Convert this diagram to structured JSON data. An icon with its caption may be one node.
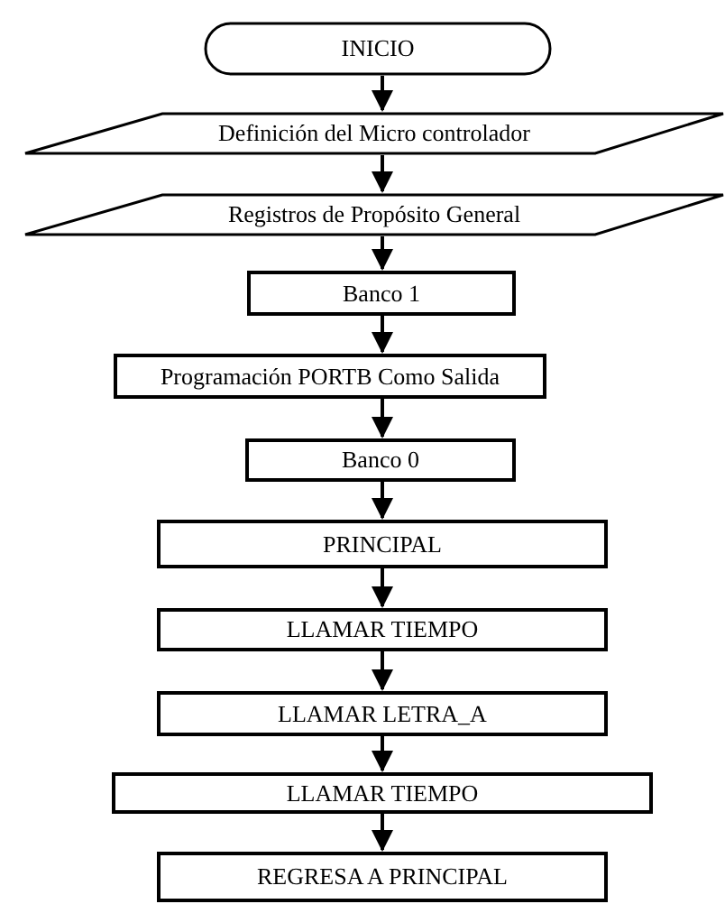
{
  "diagram": {
    "nodes": [
      {
        "text": [
          "INICIO"
        ]
      },
      {
        "text": [
          "Definición del Micro controlador"
        ]
      },
      {
        "text": [
          "Registros de Propósito General"
        ]
      },
      {
        "text": [
          "Banco 1"
        ]
      },
      {
        "text": [
          "Programación PORTB Como Salida"
        ]
      },
      {
        "text": [
          "Banco 0"
        ]
      },
      {
        "text": [
          "PRINCIPAL"
        ]
      },
      {
        "text": [
          "LLAMAR TIEMPO"
        ]
      },
      {
        "text": [
          "LLAMAR LETRA_A"
        ]
      },
      {
        "text": [
          "LLAMAR TIEMPO"
        ]
      },
      {
        "text": [
          "REGRESA A PRINCIPAL"
        ]
      }
    ],
    "edges": [
      {
        "from": 0,
        "to": 1,
        "arrow": "to"
      },
      {
        "from": 1,
        "to": 2,
        "arrow": "to"
      },
      {
        "from": 2,
        "to": 3,
        "arrow": "to"
      },
      {
        "from": 3,
        "to": 4,
        "arrow": "to"
      },
      {
        "from": 4,
        "to": 5,
        "arrow": "to"
      },
      {
        "from": 5,
        "to": 6,
        "arrow": "to"
      },
      {
        "from": 6,
        "to": 7,
        "arrow": "to"
      },
      {
        "from": 7,
        "to": 8,
        "arrow": "to"
      },
      {
        "from": 8,
        "to": 9,
        "arrow": "to"
      },
      {
        "from": 9,
        "to": 10,
        "arrow": "to"
      }
    ]
  }
}
